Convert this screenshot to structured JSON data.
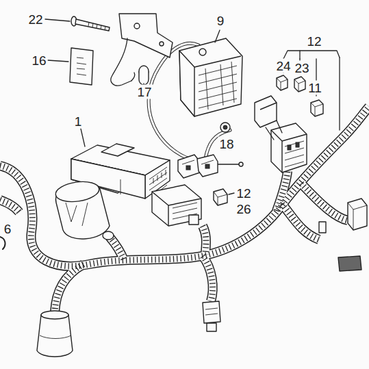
{
  "diagram": {
    "labels": [
      "22",
      "9",
      "12",
      "16",
      "24",
      "23",
      "11",
      "17",
      "18",
      "1",
      "12",
      "26",
      "6"
    ]
  }
}
